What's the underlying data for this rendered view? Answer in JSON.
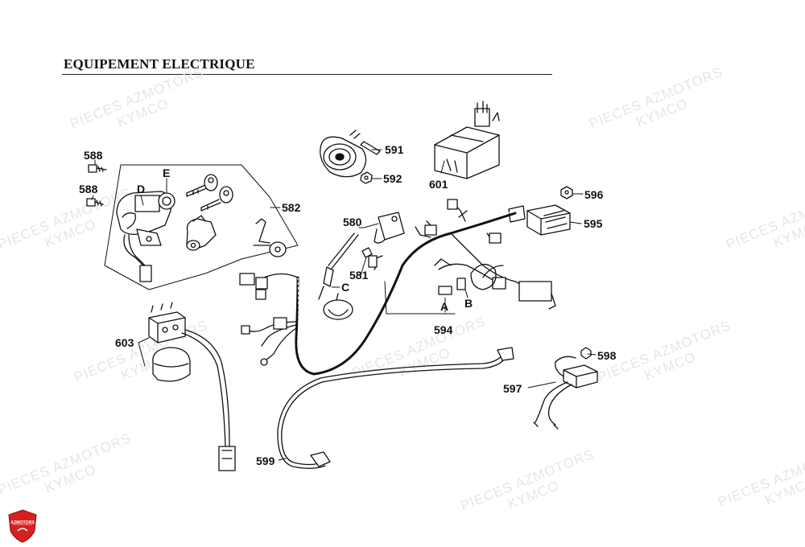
{
  "title": "EQUIPEMENT ELECTRIQUE",
  "watermark": {
    "line1": "PIECES AZMOTORS",
    "line2": "KYMCO"
  },
  "logo": {
    "text": "AZMOTORS",
    "color": "#d62020"
  },
  "callouts": {
    "c588a": "588",
    "c588b": "588",
    "cD": "D",
    "cE": "E",
    "c582": "582",
    "c591": "591",
    "c592": "592",
    "c601": "601",
    "c596": "596",
    "c595": "595",
    "c580": "580",
    "c581": "581",
    "cC": "C",
    "cA": "A",
    "cB": "B",
    "c594": "594",
    "c603": "603",
    "c598": "598",
    "c597": "597",
    "c599": "599"
  }
}
